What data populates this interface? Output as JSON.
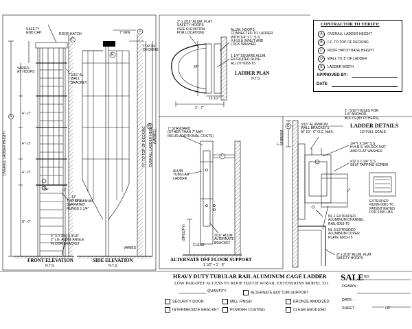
{
  "front_elevation": {
    "title": "FRONT ELEVATION",
    "scale": "N.T.S.",
    "labels": {
      "safety_end_cap": "SAFETY\nEND CAP",
      "roof_hatch": "ROOF HATCH",
      "varies_at_hoops": "VARIES\nAT HOOPS",
      "wall_bracket": "3/16\" AL.\nWALL\nBRACKET",
      "overall_ladder_height": "OVERALL LADDER HEIGHT",
      "dim_4ft_a": "4' - 0\"",
      "dim_4ft_b": "4' - 0\"",
      "dim_4ft_c": "4' - 0\"",
      "dim_8ft": "8' - 0\"",
      "dim_24": "24\"",
      "dim_12": "12\"",
      "dim_12_typ": "12\"\n(TYP.)",
      "rungs": "TYP. ALUMINUM\nSERRATED\nRUNGS 1 1/4\"",
      "floor_bracket": "4\" X 1 3/8\" X 3/16\"\n2\" LG. ALUM. ANGLE\nFLOOR BRACKET",
      "callout_a": "A",
      "callout_b": "B",
      "callout_c": "C"
    }
  },
  "side_elevation": {
    "title": "SIDE ELEVATION",
    "scale": "N.T.S.",
    "labels": {
      "dim_7_min": "7\" MIN.",
      "top_of_decking": "TOP OF\nDECKING",
      "ff_to_top_of_decking": "F.F. TO TOP OF DECKING",
      "overall_ladder_height": "OVERALL LADDER HEIGHT",
      "varies": "(VARIES)",
      "varies_small": "VARIES",
      "callout_d": "D",
      "callout_e": "E",
      "callout_h": "H"
    }
  },
  "ladder_plan": {
    "title": "LADDER PLAN",
    "scale": "N.T.S.",
    "labels": {
      "safety_hoops": "2\" x 3/16\" ALUM. FLAT\nSAFETY HOOPS\n(SEE ELEVATION\nFOR LOCATION)",
      "alum_hoops": "ALUM. HOOPS\nCONNECTED TO LADDER\nWITH 1/4\" x 1\" S.S.\nH.H.B.& W/NUT AND\nLOCK WASHER",
      "square_rung": "1 1/4\" SQUARE ALUM.\nEXTRUDED RUNG\nALLOY 6063-T5",
      "dim_24": "24\"",
      "dim_13_half": "13 1/2\"",
      "dim_2_7": "2' - 7\""
    }
  },
  "alternate_floor_support": {
    "title": "ALTERNATE OFF FLOOR SUPPORT",
    "scale": "1 1/2\" = 1' - 0\"",
    "labels": {
      "standard": "7\" STANDARD\n(OTHER THAN 7\" MAY\nINCUR ADDITIONAL COSTS)",
      "tubular_ladder": "ALUM.\nTUBULAR\nLADDER",
      "alt_bracket": "3/16\" ALUM.\nALTERNATE\nBRACKET",
      "specify": "(SPECIFY)",
      "clear": "CLEAR",
      "callout_d": "D"
    }
  },
  "ladder_details": {
    "title": "LADDER DETAILS",
    "scale": "1/2 FULL SCALE",
    "labels": {
      "holes": "2 - 5/16\" HOLES FOR\n1/4\" ANCHOR\nBOLTS (BY OTHERS)",
      "wall_brackets": "3/16\" ALUMINUM\nWALL BRACKETS\nAT 10' - 0\" O.C. MAX.",
      "hhb": "1/4\"Y X 3/4\" S.S.\nH.H.B.S. W/LOCK NUT\nAND FLAT WASHER",
      "screw": "#12 X 1 1/4\" S.S.\nSELF TAPPING SCREW",
      "extruded_rung": "EXTRUDED\nRUNG 6061-T6\nPATENT RATED\nFOR 1500 LBS.",
      "channel_rail": "NL-1 EXTRUDED\nALUMINUM CHANNEL\nRAIL 6063-T5",
      "cover_plate": "NL-3 EXTRUDED\nALUMINUM COVER\nPLATE 6063-T5",
      "safety_hoops": "2\" x 3/16\" ALUM. FLAT\nSAFETY HOOPS",
      "minimum": "7\"\nMINIMUM",
      "callout_d": "D"
    }
  },
  "contractor_verify": {
    "title": "CONTRACTOR TO VERIFY:",
    "items": [
      {
        "key": "A",
        "text": "OVERALL LADDER HEIGHT"
      },
      {
        "key": "B",
        "text": "F.F. TO TOP OF DECKING"
      },
      {
        "key": "C",
        "text": "ROOF HATCH BASE HEIGHT"
      },
      {
        "key": "D",
        "text": "WALL TO 1\" OF LADDER"
      },
      {
        "key": "E",
        "text": "LADDER WIDTH"
      }
    ],
    "approved_by": "APPROVED BY:",
    "date": "DATE"
  },
  "title_block": {
    "title_line1": "HEAVY DUTY TUBULAR RAIL ALUMINUM CAGE LADDER",
    "title_line2": "LOW PARAPET ACCESS TO ROOF HATCH W/RAIL EXTENSIONS MODEL 531",
    "sale": "SALE",
    "sale_no": "NO.",
    "drawn": "DRAWN :",
    "date": "DATE :",
    "sheet": "SHEET :",
    "of": "OF",
    "options": {
      "quantity": "QUANTITY",
      "alternate_bottom_support": "ALTERNATE BOTTOM SUPPORT",
      "security_door": "SECURITY DOOR",
      "mill_finish": "MILL FINISH",
      "bronze_anodized": "BRONZE ANODIZED",
      "intermediate_bracket": "INTERMEDIATE BRACKET",
      "powder_coating": "POWDER COATING",
      "clear_anodized": "CLEAR ANODIZED"
    }
  }
}
